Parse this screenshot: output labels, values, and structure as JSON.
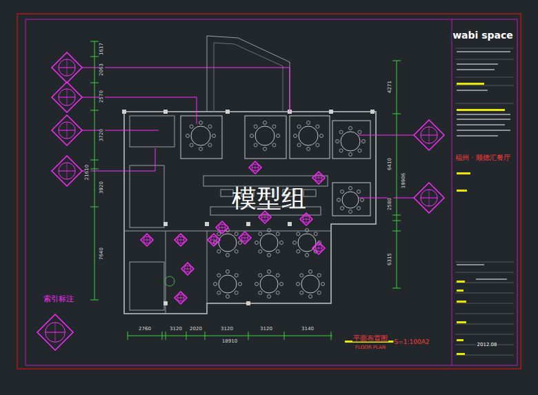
{
  "diagram": {
    "title": "平面布置图",
    "labels": [
      "wabi space",
      "福州 · 顺德汇餐厅",
      "索引标注",
      "模型组",
      "S=1:100A2",
      "FLOOR PLAN",
      "2012.08",
      "1617",
      "2063",
      "2570",
      "3720",
      "3920",
      "7640",
      "21610",
      "4271",
      "6410",
      "2580",
      "6315",
      "19906",
      "2760",
      "3120",
      "2020",
      "3120",
      "3120",
      "3140",
      "18910"
    ]
  }
}
